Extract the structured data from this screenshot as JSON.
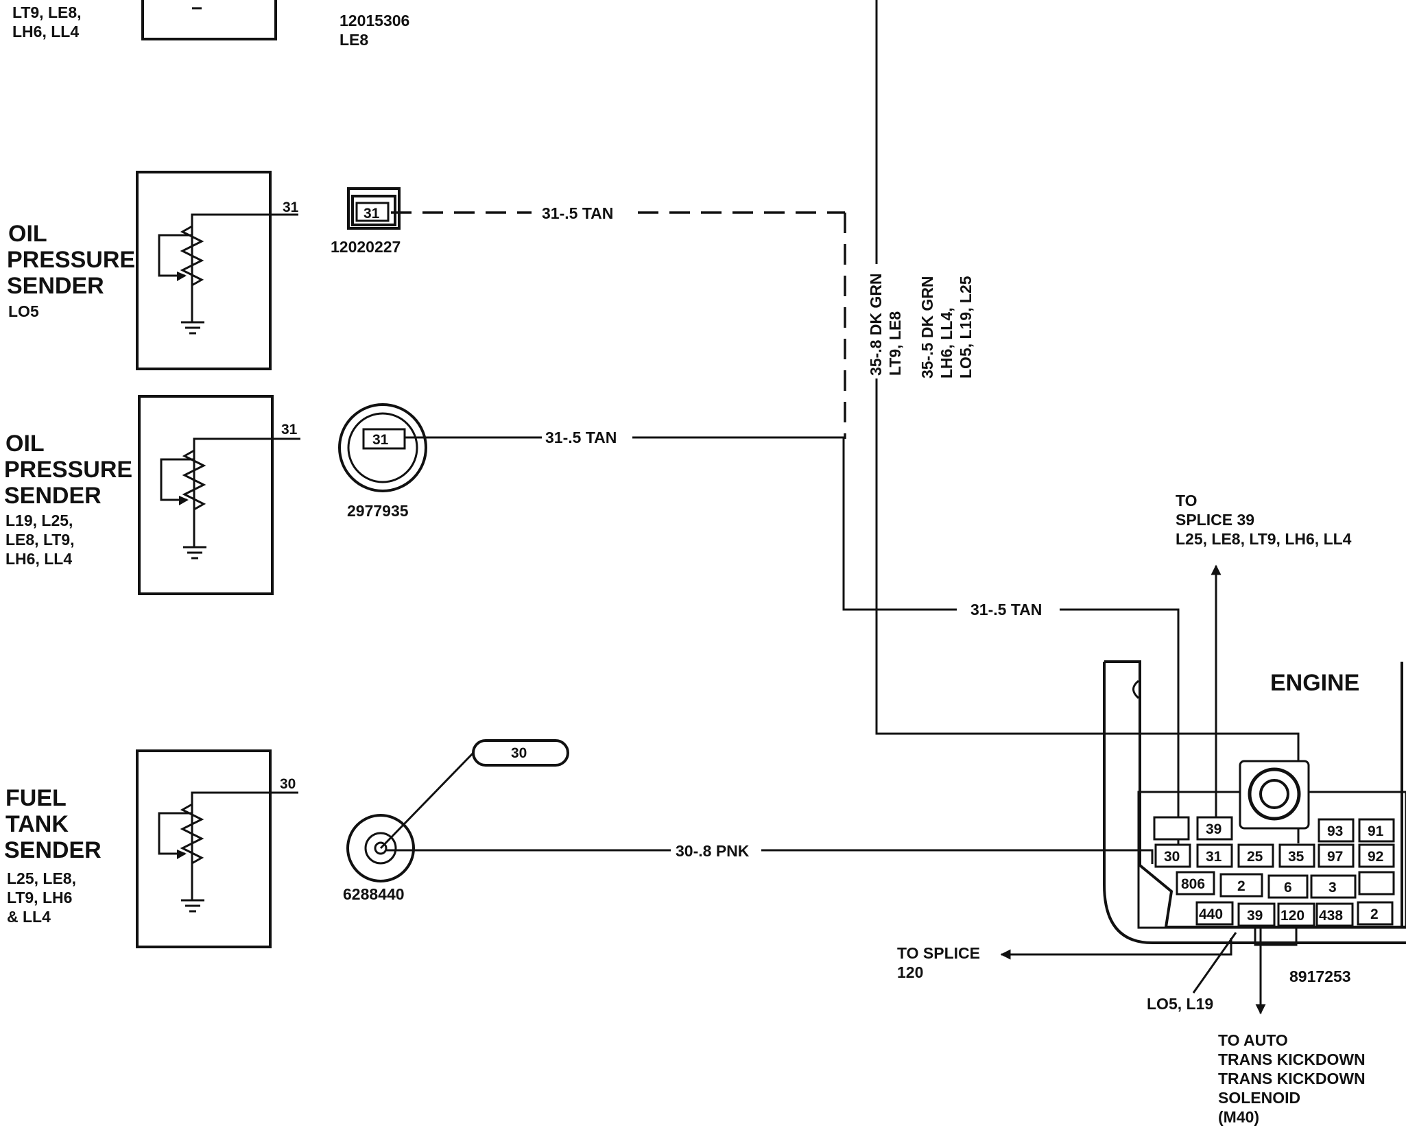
{
  "top_labels": {
    "left_line1": "LT9, LE8,",
    "left_line2": "LH6, LL4",
    "connector_part": "12015306",
    "connector_opt": "LE8"
  },
  "sender_lo5": {
    "title": [
      "OIL",
      "PRESSURE",
      "SENDER"
    ],
    "options": "LO5",
    "terminal": "31",
    "connector_pin": "31",
    "connector_part": "12020227",
    "wire_label": "31-.5 TAN"
  },
  "sender_multi": {
    "title": [
      "OIL",
      "PRESSURE",
      "SENDER"
    ],
    "options": [
      "L19, L25,",
      "LE8, LT9,",
      "LH6, LL4"
    ],
    "terminal": "31",
    "connector_pin": "31",
    "connector_part": "2977935",
    "wire_label": "31-.5 TAN"
  },
  "fuel_sender": {
    "title": [
      "FUEL",
      "TANK",
      "SENDER"
    ],
    "options": [
      "L25, LE8,",
      "LT9, LH6",
      "& LL4"
    ],
    "terminal": "30",
    "tag": "30",
    "connector_part": "6288440",
    "wire_label": "30-.8 PNK"
  },
  "vertical_wires": {
    "a_line1": "35-.8 DK GRN",
    "a_line2": "LT9, LE8",
    "b_line1": "35-.5 DK GRN",
    "b_line2": "LH6, LL4,",
    "b_line3": "LO5, L19, L25"
  },
  "tan_wire_label": "31-.5 TAN",
  "splice39": [
    "TO",
    "SPLICE 39",
    "L25, LE8, LT9, LH6, LL4"
  ],
  "engine": {
    "label": "ENGINE",
    "part": "8917253",
    "row1": [
      "39",
      "93",
      "91"
    ],
    "row2": [
      "30",
      "31",
      "25",
      "35",
      "97",
      "92"
    ],
    "row3": [
      "806",
      "2",
      "6",
      "3"
    ],
    "row4": [
      "440",
      "39",
      "120",
      "438",
      "2"
    ]
  },
  "splice120": [
    "TO SPLICE",
    "120"
  ],
  "lo5_l19": "LO5, L19",
  "auto_trans": [
    "TO AUTO",
    "TRANS KICKDOWN",
    "TRANS KICKDOWN",
    "SOLENOID",
    "(M40)"
  ]
}
